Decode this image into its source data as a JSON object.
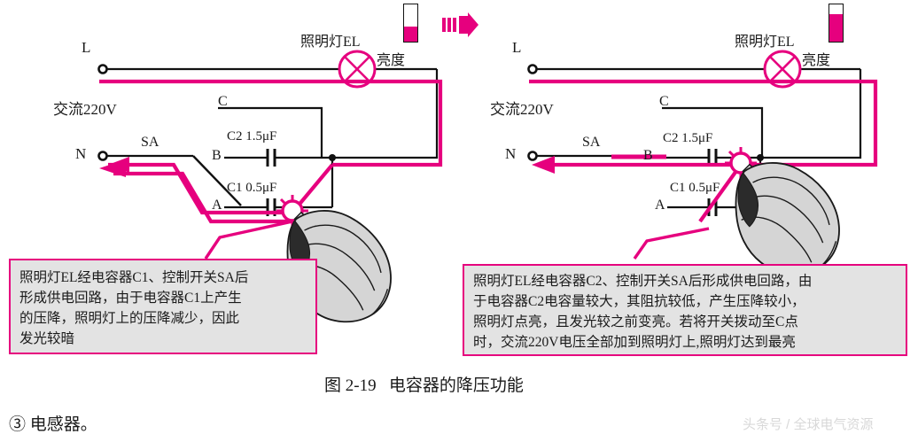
{
  "figure": {
    "caption": "图 2-19   电容器的降压功能",
    "body_note": "③ 电感器。",
    "watermark": "头条号 / 全球电气资源",
    "colors": {
      "accent_magenta": "#e6007e",
      "wire_black": "#111111",
      "callout_fill": "#e3e3e3",
      "text": "#1a1a1a"
    }
  },
  "transition_arrow": {
    "name": "step-arrow",
    "direction": "right",
    "color": "#e6007e"
  },
  "panels": [
    {
      "id": "left",
      "terminal_L": "L",
      "terminal_N": "N",
      "supply": "交流220V",
      "lamp_label": "照明灯EL",
      "brightness_label": "亮度",
      "brightness_percent": 40,
      "switch_label": "SA",
      "switch_position": "A",
      "contacts": [
        "C",
        "B",
        "A"
      ],
      "capacitor_c2": "C2 1.5μF",
      "capacitor_c1": "C1 0.5μF",
      "callout_lines": [
        "照明灯EL经电容器C1、控制开关SA后",
        "形成供电回路，由于电容器C1上产生",
        "的压降，照明灯上的压降减少，因此",
        "发光较暗"
      ]
    },
    {
      "id": "right",
      "terminal_L": "L",
      "terminal_N": "N",
      "supply": "交流220V",
      "lamp_label": "照明灯EL",
      "brightness_label": "亮度",
      "brightness_percent": 75,
      "switch_label": "SA",
      "switch_position": "B",
      "contacts": [
        "C",
        "B",
        "A"
      ],
      "capacitor_c2": "C2 1.5μF",
      "capacitor_c1": "C1 0.5μF",
      "callout_lines": [
        "照明灯EL经电容器C2、控制开关SA后形成供电回路，由",
        "于电容器C2电容量较大，其阻抗较低，产生压降较小，",
        "照明灯点亮，且发光较之前变亮。若将开关拨动至C点",
        "时，交流220V电压全部加到照明灯上,照明灯达到最亮"
      ]
    }
  ]
}
